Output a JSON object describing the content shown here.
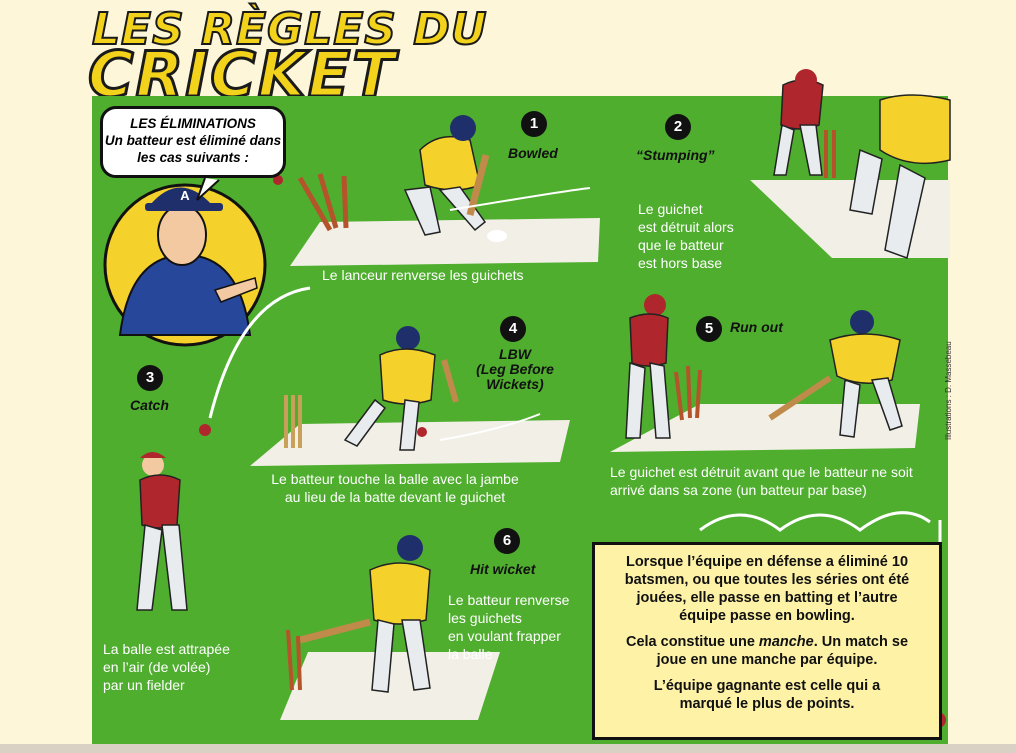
{
  "title": {
    "line1": "LES RÈGLES DU",
    "line2": "CRICKET"
  },
  "bubble": {
    "heading": "LES ÉLIMINATIONS",
    "text": "Un batteur est éliminé dans les cas suivants :",
    "hat_letter": "A"
  },
  "sections": [
    {
      "number": "1",
      "label": "Bowled",
      "caption": "Le lanceur renverse les guichets"
    },
    {
      "number": "2",
      "label": "“Stumping”",
      "caption_lines": [
        "Le guichet",
        "est détruit alors",
        "que le batteur",
        "est hors base"
      ]
    },
    {
      "number": "3",
      "label": "Catch",
      "caption_lines": [
        "La balle est attrapée",
        "en l’air (de volée)",
        "par un fielder"
      ]
    },
    {
      "number": "4",
      "label_lines": [
        "LBW",
        "(Leg Before",
        "Wickets)"
      ],
      "caption_lines": [
        "Le batteur touche la balle avec la jambe",
        "au lieu de la batte devant le guichet"
      ]
    },
    {
      "number": "5",
      "label": "Run out",
      "caption_lines": [
        "Le guichet est détruit avant que le batteur ne soit",
        "arrivé dans sa zone (un batteur par base)"
      ]
    },
    {
      "number": "6",
      "label": "Hit wicket",
      "caption_lines": [
        "Le batteur renverse",
        "les guichets",
        "en voulant frapper",
        "la balle"
      ]
    }
  ],
  "summary": {
    "p1": "Lorsque l’équipe en défense a éliminé 10 batsmen, ou que toutes les séries ont été jouées, elle passe en batting et l’autre équipe passe en bowling.",
    "p2_a": "Cela  constitue une ",
    "p2_em": "manche",
    "p2_b": ". Un match se joue en une manche par équipe.",
    "p3": "L’équipe gagnante est celle qui a marqué le plus de points."
  },
  "credit": "Illustrations : D. Massebeau",
  "colors": {
    "field": "#4fae2e",
    "title": "#f2d21a",
    "box": "#fdf2a6",
    "shirt_yellow": "#f4d12b",
    "shirt_red": "#b0262d",
    "cap_navy": "#1f2f6b"
  }
}
